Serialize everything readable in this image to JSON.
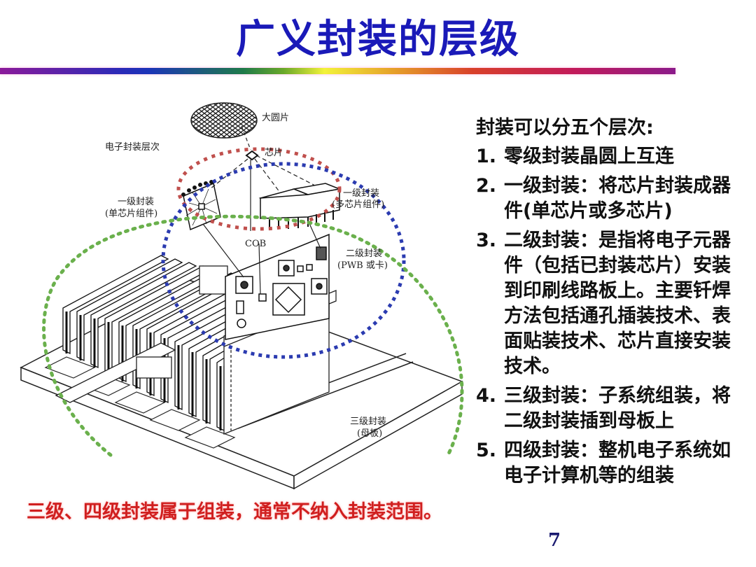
{
  "slide": {
    "title": "广义封装的层级",
    "page_number": "7",
    "colors": {
      "title": "#1a1ab8",
      "note": "#d01f1f",
      "ellipse_red": "#c0504d",
      "ellipse_blue": "#2b3bb0",
      "ellipse_green": "#6ab04c"
    }
  },
  "diagram": {
    "heading": "电子封装层次",
    "labels": {
      "wafer": "大圆片",
      "chip": "芯片",
      "level1_single_title": "一级封装",
      "level1_single_sub": "(单芯片组件)",
      "level1_multi_title": "一级封装",
      "level1_multi_sub": "(多芯片组件)",
      "cob": "COB",
      "level2_title": "二级封装",
      "level2_sub": "(PWB 或卡)",
      "level3_title": "三级封装",
      "level3_sub": "(母板)"
    }
  },
  "content": {
    "intro": "封装可以分五个层次:",
    "items": [
      {
        "num": "1.",
        "text": "零级封装晶圆上互连"
      },
      {
        "num": "2.",
        "text": "一级封装：将芯片封装成器件(单芯片或多芯片)"
      },
      {
        "num": "3.",
        "text": "二级封装：是指将电子元器件（包括已封装芯片）安装到印刷线路板上。主要钎焊方法包括通孔插装技术、表面贴装技术、芯片直接安装技术。"
      },
      {
        "num": "4.",
        "text": "三级封装：子系统组装，将二级封装插到母板上"
      },
      {
        "num": "5.",
        "text": "四级封装：整机电子系统如电子计算机等的组装"
      }
    ],
    "note": "三级、四级封装属于组装，通常不纳入封装范围。"
  }
}
